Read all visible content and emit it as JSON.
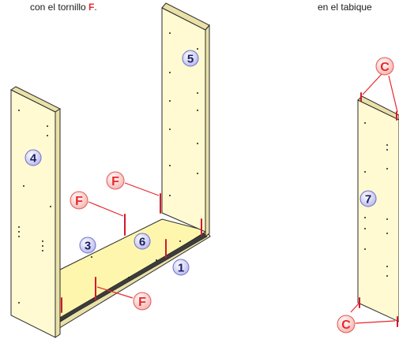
{
  "captions": {
    "left_text": "con el tornillo ",
    "left_highlight": "F",
    "left_end": ".",
    "right_text": "en el tabique"
  },
  "parts": {
    "p1": "1",
    "p3": "3",
    "p4": "4",
    "p5": "5",
    "p6": "6",
    "p7": "7"
  },
  "hardware": {
    "F": "F",
    "C": "C"
  },
  "colors": {
    "panel": "#fffad2",
    "accent_red": "#e8262b",
    "number_ink": "#1c1c64"
  }
}
